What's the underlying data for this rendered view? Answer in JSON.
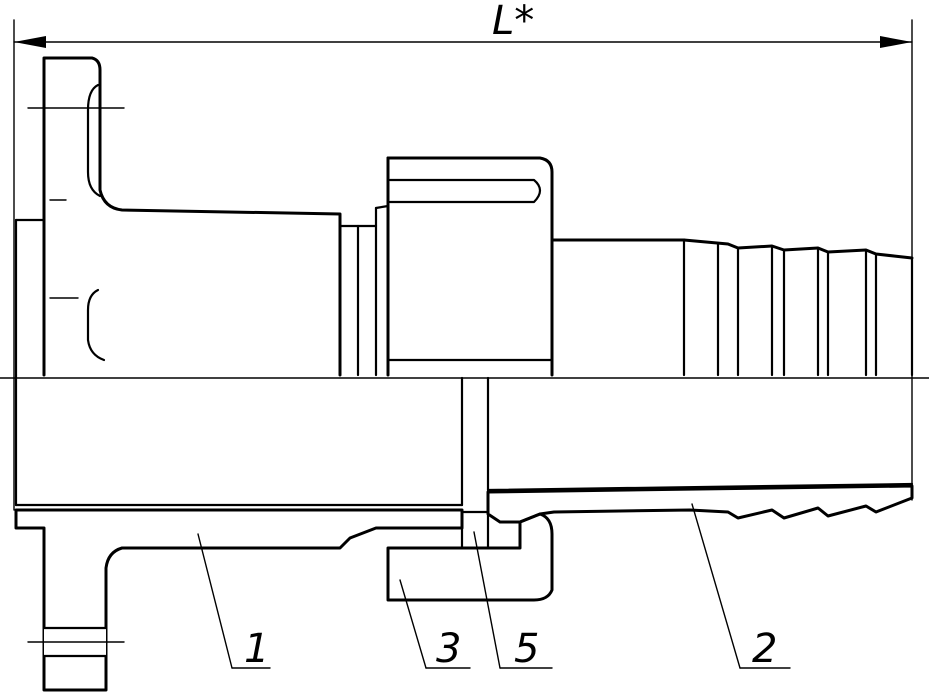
{
  "dimension": {
    "text": "L*"
  },
  "callouts": [
    {
      "id": "flange-body",
      "text": "1"
    },
    {
      "id": "nut",
      "text": "3"
    },
    {
      "id": "seal",
      "text": "5"
    },
    {
      "id": "hose-nipple",
      "text": "2"
    }
  ]
}
